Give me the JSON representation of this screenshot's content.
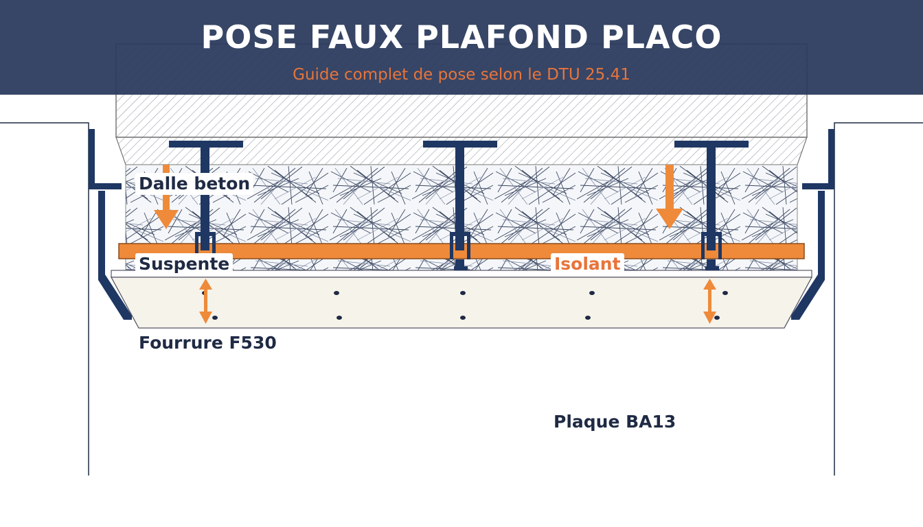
{
  "header": {
    "title": "POSE FAUX PLAFOND PLACO",
    "subtitle": "Guide complet de pose selon le DTU 25.41"
  },
  "labels": {
    "dalle": "Dalle beton",
    "suspente": "Suspente",
    "isolant": "Isolant",
    "fourrure": "Fourrure F530",
    "plaque": "Plaque BA13"
  },
  "colors": {
    "navy": "#1f3763",
    "header_bg": "#2a3a5c",
    "orange": "#ee8a3a",
    "accent_text": "#e8743b",
    "label_text": "#1f2a44",
    "concrete_line": "#9aa0a6",
    "board": "#f6f3ea"
  },
  "icons": {
    "arrow_down": "arrow-down-icon",
    "double_arrow": "double-arrow-icon"
  }
}
